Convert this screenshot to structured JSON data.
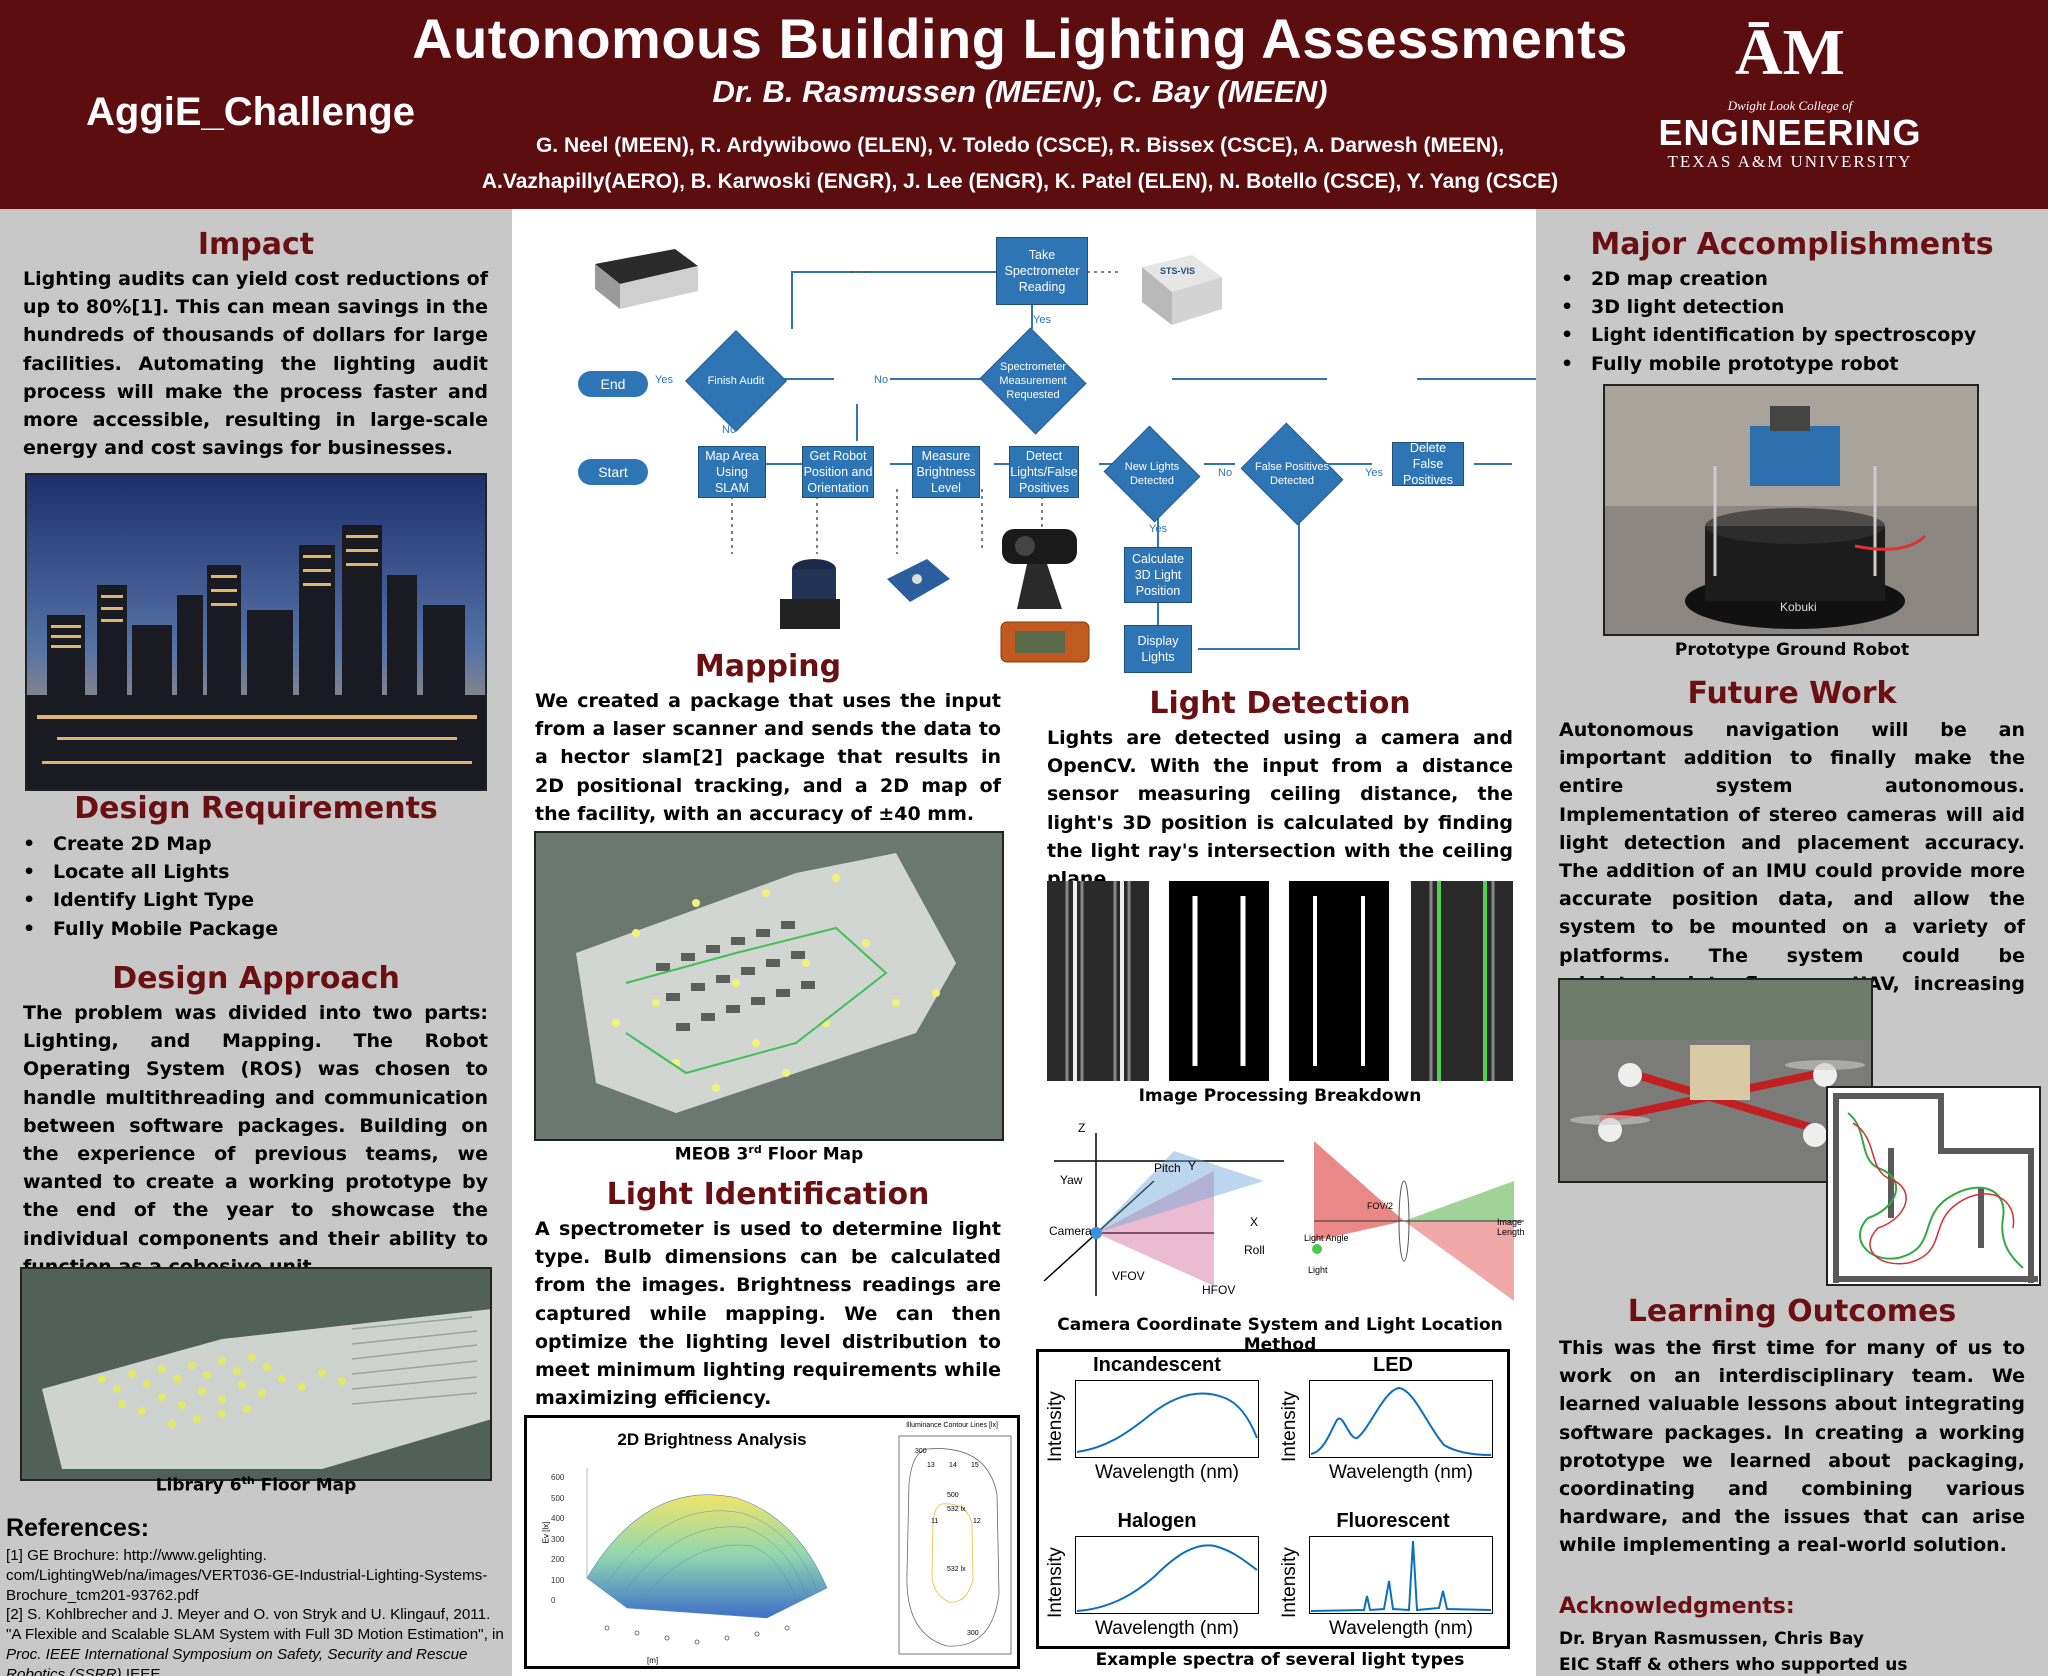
{
  "header": {
    "title": "Autonomous Building Lighting Assessments",
    "challenge": "AggiE_Challenge",
    "advisors": "Dr. B. Rasmussen (MEEN), C. Bay (MEEN)",
    "members_line1": "G. Neel (MEEN), R. Ardywibowo (ELEN), V. Toledo (CSCE), R. Bissex (CSCE), A. Darwesh (MEEN),",
    "members_line2": "A.Vazhapilly(AERO), B. Karwoski (ENGR),  J. Lee (ENGR), K. Patel (ELEN), N. Botello (CSCE), Y. Yang (CSCE)",
    "logo": {
      "mark": "ĀM",
      "college": "Dwight Look College of",
      "engineering": "ENGINEERING",
      "university": "TEXAS A&M UNIVERSITY"
    }
  },
  "impact": {
    "heading": "Impact",
    "text": "Lighting audits can yield cost reductions of up to 80%[1]. This can mean savings in the hundreds of thousands of dollars for large facilities. Automating the lighting audit process will make the process faster and more accessible, resulting in large-scale energy and cost savings for businesses."
  },
  "design_requirements": {
    "heading": "Design Requirements",
    "items": [
      "Create 2D Map",
      "Locate all Lights",
      "Identify Light Type",
      "Fully Mobile Package"
    ]
  },
  "design_approach": {
    "heading": "Design Approach",
    "text": "The problem was divided into two parts: Lighting, and Mapping. The Robot Operating System (ROS) was chosen to handle multithreading and communication between software packages. Building on the experience of previous teams, we wanted to create a working prototype by the end of the year to showcase the individual components and their ability to function as a cohesive unit."
  },
  "library_caption": {
    "pre": "Library 6",
    "sup": "th",
    "post": " Floor Map"
  },
  "references": {
    "heading": "References:",
    "ref1": "[1] GE Brochure: http://www.gelighting. com/LightingWeb/na/images/VERT036-GE-Industrial-Lighting-Systems-Brochure_tcm201-93762.pdf",
    "ref2_a": "[2] S. Kohlbrecher and J. Meyer and O. von Stryk and U. Klingauf, 2011. \"A Flexible and Scalable SLAM System with Full 3D Motion Estimation\", in ",
    "ref2_b": "Proc. IEEE International Symposium on Safety, Security and Rescue Robotics (SSRR)",
    "ref2_c": ",IEEE."
  },
  "flowchart": {
    "take_reading": "Take Spectrometer Reading",
    "spectrometer_requested": "Spectrometer Measurement Requested",
    "finish_audit": "Finish Audit",
    "end": "End",
    "start": "Start",
    "map_area": "Map Area Using SLAM",
    "get_position": "Get Robot Position and Orientation",
    "measure_brightness": "Measure Brightness Level",
    "detect_lights": "Detect Lights/False Positives",
    "new_lights": "New Lights Detected",
    "false_positives": "False Positives Detected",
    "delete_false": "Delete False Positives",
    "calculate_3d": "Calculate 3D Light Position",
    "display_lights": "Display Lights",
    "yes": "Yes",
    "no": "No",
    "sts_label": "STS-VIS"
  },
  "mapping": {
    "heading": "Mapping",
    "text": "We created a package that uses the input from a laser scanner and sends the data to a hector slam[2] package that results in 2D positional tracking, and a 2D map of the facility, with an accuracy of ±40 mm.",
    "caption_pre": "MEOB 3",
    "caption_sup": "rd",
    "caption_post": " Floor Map"
  },
  "light_identification": {
    "heading": "Light Identification",
    "text": "A spectrometer is used to determine light type. Bulb dimensions can be calculated from the images.  Brightness readings are captured while mapping. We can then optimize the lighting level distribution to meet minimum lighting requirements while maximizing efficiency."
  },
  "brightness": {
    "title": "2D Brightness Analysis",
    "contour_title": "Illuminance Contour Lines [lx]",
    "z_ticks": [
      "600",
      "500",
      "400",
      "300",
      "200",
      "100",
      "0"
    ],
    "z_label": "Ev [lx]",
    "x_label": "[m]",
    "contour_values": [
      "300",
      "13",
      "14",
      "15",
      "500",
      "532 lx",
      "11",
      "12",
      "532 lx",
      "300"
    ]
  },
  "light_detection": {
    "heading": "Light Detection",
    "text": "Lights are detected using a camera and OpenCV. With the input from a distance sensor measuring ceiling distance, the light's 3D position is calculated by finding the light ray's intersection with the ceiling plane.",
    "processing_caption": "Image Processing Breakdown",
    "coord_caption": "Camera Coordinate System and Light Location Method",
    "coord_labels": {
      "z": "Z",
      "y": "Y",
      "x": "X",
      "yaw": "Yaw",
      "pitch": "Pitch",
      "roll": "Roll",
      "camera": "Camera",
      "vfov": "VFOV",
      "hfov": "HFOV",
      "fov2": "FOV/2",
      "light_angle": "Light Angle",
      "light": "Light",
      "image_length": "Image Length"
    }
  },
  "spectra": {
    "caption": "Example spectra of several light types",
    "ylabel": "Intensity",
    "xlabel": "Wavelength (nm)",
    "panels": [
      {
        "name": "Incandescent"
      },
      {
        "name": "LED"
      },
      {
        "name": "Halogen"
      },
      {
        "name": "Fluorescent"
      }
    ]
  },
  "major_accomplishments": {
    "heading": "Major Accomplishments",
    "items": [
      "2D map creation",
      "3D light detection",
      "Light identification by spectroscopy",
      "Fully mobile prototype robot"
    ],
    "robot_caption": "Prototype Ground Robot",
    "robot_brand": "Kobuki"
  },
  "future_work": {
    "heading": "Future Work",
    "text": "Autonomous navigation will be an important addition to finally make the entire system autonomous. Implementation of stereo cameras will aid light detection and placement accuracy. The addition of an IMU could provide more accurate position data, and allow the system to be mounted on a variety of platforms. The system could be miniaturized to fly on a UAV, increasing mobility."
  },
  "learning_outcomes": {
    "heading": "Learning Outcomes",
    "text": "This was the first time for many of us to work on an interdisciplinary team. We learned valuable lessons about integrating software packages. In creating a working prototype we learned about packaging, coordinating and combining various hardware, and the issues that can arise while implementing a real-world solution."
  },
  "acknowledgments": {
    "heading": "Acknowledgments:",
    "line1": "Dr. Bryan Rasmussen, Chris Bay",
    "line2": "EIC Staff & others who supported us"
  },
  "colors": {
    "maroon": "#5c0d0f",
    "heading": "#6a0f12",
    "flow_blue": "#2e75b6",
    "panel_gray": "#c9c8c8"
  }
}
